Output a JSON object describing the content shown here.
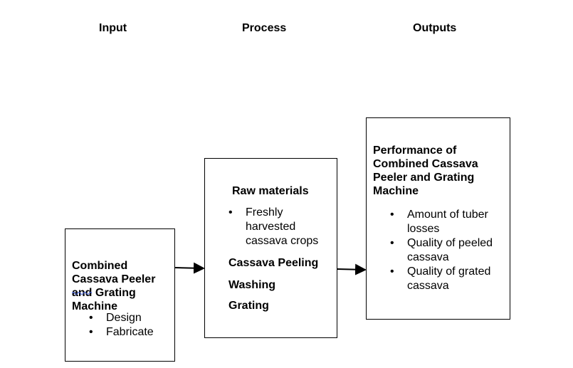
{
  "headers": {
    "input": "Input",
    "process": "Process",
    "outputs": "Outputs"
  },
  "input_box": {
    "title_lines": [
      "Combined",
      "Cassava Peeler",
      "and Grating",
      "Machine"
    ],
    "items": [
      "Design",
      "Fabricate"
    ]
  },
  "process_box": {
    "heading": "Raw materials",
    "raw_items": [
      "Freshly harvested cassava crops"
    ],
    "steps": [
      "Cassava Peeling",
      "Washing",
      "Grating"
    ]
  },
  "output_box": {
    "title_lines": [
      "Performance of",
      "Combined Cassava",
      "Peeler and Grating",
      "Machine"
    ],
    "items": [
      "Amount of tuber losses",
      "Quality of peeled cassava",
      "Quality of grated cassava"
    ]
  }
}
